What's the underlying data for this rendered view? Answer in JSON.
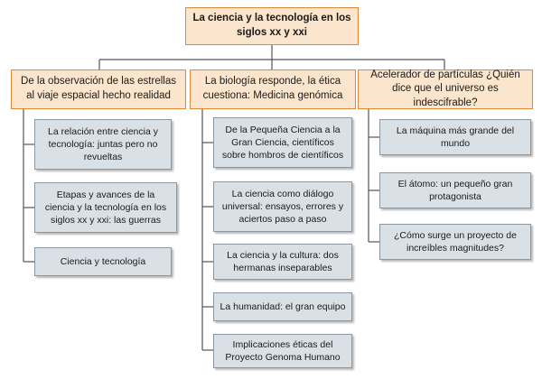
{
  "root": "La ciencia y la tecnología en los siglos xx y xxi",
  "branches": [
    {
      "title": "De la observación de las estrellas al viaje espacial hecho realidad",
      "items": [
        "La relación entre ciencia y tecnología: juntas pero no revueltas",
        "Etapas y avances de la ciencia y la tecnología en los siglos xx y xxi: las guerras",
        "Ciencia y tecnología"
      ]
    },
    {
      "title": "La biología responde, la ética cuestiona: Medicina genómica",
      "items": [
        "De la Pequeña Ciencia a la Gran Ciencia, científicos sobre hombros de científicos",
        "La ciencia como diálogo universal: ensayos, errores y aciertos paso a paso",
        "La ciencia y la cultura: dos hermanas inseparables",
        "La humanidad: el gran equipo",
        "Implicaciones éticas del Proyecto Genoma Humano"
      ]
    },
    {
      "title": "Acelerador de partículas ¿Quién dice que el universo es indescifrable?",
      "items": [
        "La máquina más grande del mundo",
        "El átomo: un pequeño gran protagonista",
        "¿Cómo surge un proyecto de increíbles magnitudes?"
      ]
    }
  ],
  "colors": {
    "header_fill": "#fbe5cc",
    "header_border": "#d98a3a",
    "item_fill": "#d9e0e6",
    "item_border": "#8a97a4",
    "connector": "#555555"
  }
}
